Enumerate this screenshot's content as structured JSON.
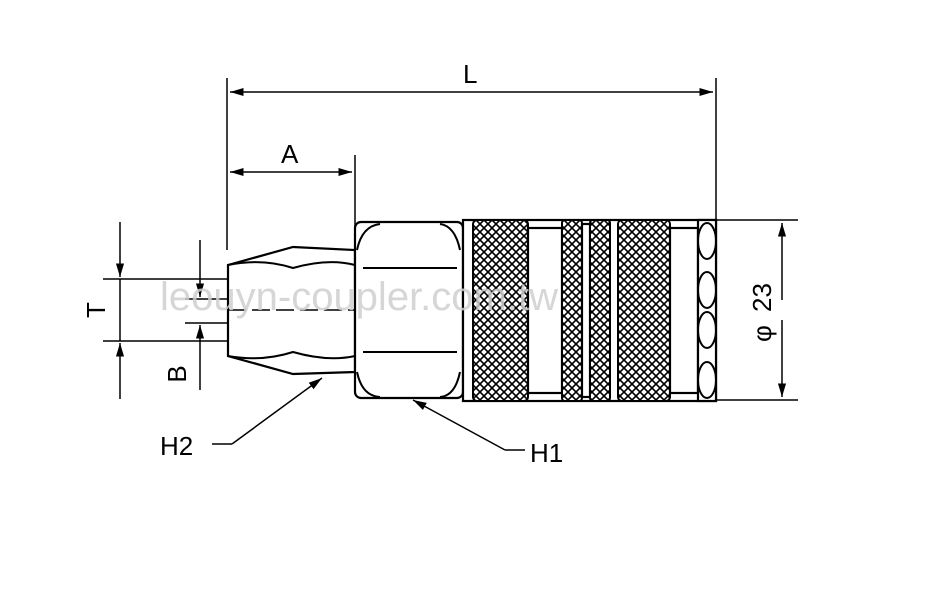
{
  "drawing": {
    "dimension_labels": {
      "overall_length": "L",
      "hose_tail_length": "A",
      "hose_od": "T",
      "hose_id": "B",
      "diameter_symbol": "φ",
      "body_diameter": "23"
    },
    "callouts": {
      "hex_1": "H1",
      "hex_2": "H2"
    },
    "watermark": "leouyn-coupler.com.tw"
  }
}
